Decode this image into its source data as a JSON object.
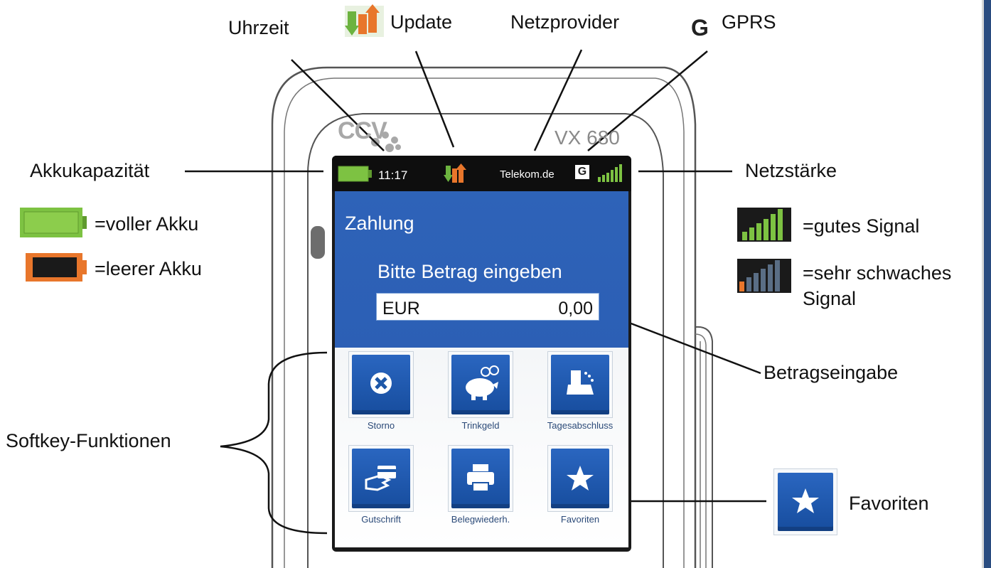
{
  "device": {
    "logo": "CCV",
    "model": "VX 680"
  },
  "status_bar": {
    "time": "11:17",
    "provider": "Telekom.de",
    "network_type": "G",
    "battery_state": "full",
    "signal_level": "full"
  },
  "screen": {
    "title": "Zahlung",
    "prompt": "Bitte Betrag eingeben",
    "amount": {
      "currency": "EUR",
      "value": "0,00"
    },
    "softkeys": [
      {
        "label": "Storno",
        "icon": "cancel-x-icon"
      },
      {
        "label": "Trinkgeld",
        "icon": "piggy-bank-icon"
      },
      {
        "label": "Tagesabschluss",
        "icon": "receipt-printer-icon"
      },
      {
        "label": "Gutschrift",
        "icon": "card-hand-icon"
      },
      {
        "label": "Belegwiederh.",
        "icon": "printer-icon"
      },
      {
        "label": "Favoriten",
        "icon": "star-icon"
      }
    ]
  },
  "annotations": {
    "uhrzeit": "Uhrzeit",
    "update": "Update",
    "netzprovider": "Netzprovider",
    "gprs": "GPRS",
    "akkukapazitaet": "Akkukapazität",
    "netzstaerke": "Netzstärke",
    "voller_akku": "=voller Akku",
    "leerer_akku": "=leerer Akku",
    "gutes_signal": "=gutes Signal",
    "schwaches_signal_line1": "=sehr schwaches",
    "schwaches_signal_line2": "Signal",
    "betragseingabe": "Betragseingabe",
    "softkey_funktionen": "Softkey-Funktionen",
    "favoriten": "Favoriten"
  },
  "colors": {
    "screen_blue": "#2e63b8",
    "button_blue": "#1f5bb0",
    "battery_green": "#7dc242",
    "battery_orange": "#e8762b",
    "update_green": "#6cb33f",
    "update_orange": "#e8762b",
    "right_edge": "#2a4c80"
  }
}
